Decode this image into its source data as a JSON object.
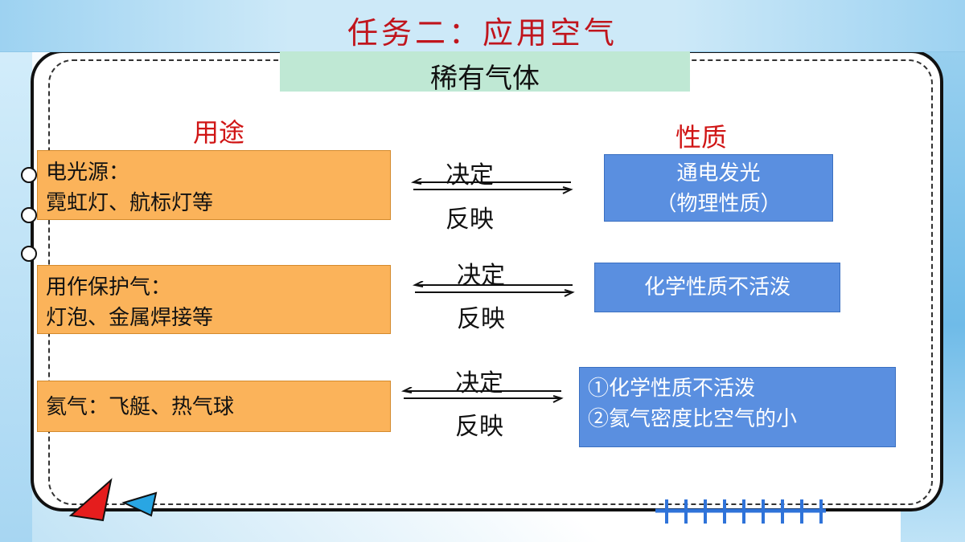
{
  "header": {
    "title": "任务二：应用空气"
  },
  "subtitle": "稀有气体",
  "columns": {
    "uses": "用途",
    "properties": "性质"
  },
  "rows": [
    {
      "use_line1": "电光源：",
      "use_line2": "霓虹灯、航标灯等",
      "decide": "决定",
      "reflect": "反映",
      "prop_line1": "通电发光",
      "prop_line2": "（物理性质）"
    },
    {
      "use_line1": "用作保护气：",
      "use_line2": "灯泡、金属焊接等",
      "decide": "决定",
      "reflect": "反映",
      "prop_line1": "化学性质不活泼"
    },
    {
      "use_line1": "氦气：飞艇、热气球",
      "decide": "决定",
      "reflect": "反映",
      "prop_line1": "①化学性质不活泼",
      "prop_line2": "②氦气密度比空气的小"
    }
  ],
  "colors": {
    "title_red": "#c0151d",
    "use_box": "#fbb35a",
    "prop_box": "#5a8fe0",
    "subtitle_box": "#bfe8d4"
  }
}
